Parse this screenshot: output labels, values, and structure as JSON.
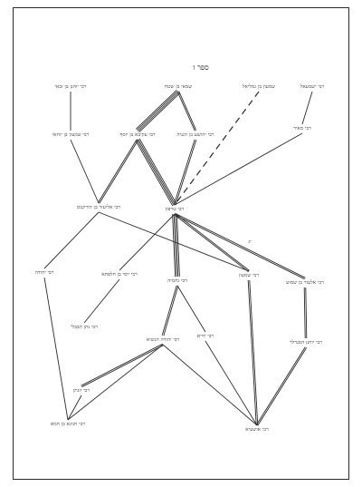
{
  "diagram": {
    "title": "ספר ו",
    "edge_note": "יג",
    "nodes": [
      {
        "id": "n1",
        "label": "רבי יוחנן בן זכאי"
      },
      {
        "id": "n2",
        "label": "שמאי בן שטח"
      },
      {
        "id": "n3",
        "label": "שמעון בן גמליאל"
      },
      {
        "id": "n4",
        "label": "רבי ישמעאל"
      },
      {
        "id": "n5",
        "label": "רבי שמעון בן יוחאי"
      },
      {
        "id": "n6",
        "label": "רבי עקיבא בן יוסף"
      },
      {
        "id": "n7",
        "label": "רבי יהושע בן חנניה"
      },
      {
        "id": "n8",
        "label": "רבי טרפון"
      },
      {
        "id": "n9",
        "label": "רבי מאיר"
      },
      {
        "id": "n10",
        "label": "רבי אליעזר בן הורקנוס"
      },
      {
        "id": "n11",
        "label": "רבי יהודה"
      },
      {
        "id": "n12",
        "label": "רבי יוסי בן חלפתא"
      },
      {
        "id": "n13",
        "label": "רבי נחמיה"
      },
      {
        "id": "n14",
        "label": "רבי שמעון"
      },
      {
        "id": "n15",
        "label": "רבי אלעזר בן שמוע"
      },
      {
        "id": "n16",
        "label": "רבי נתן הבבלי"
      },
      {
        "id": "n17",
        "label": "רבי יהודה הנשיא"
      },
      {
        "id": "n18",
        "label": "רבי חייא"
      },
      {
        "id": "n19",
        "label": "רבי יוחנן הסנדלר"
      },
      {
        "id": "n20",
        "label": "רבי יונתן"
      },
      {
        "id": "n21",
        "label": "רבי אושעיא"
      },
      {
        "id": "n22",
        "label": "רבי חנינא בן חמא"
      }
    ],
    "edges": [
      {
        "from": "n1",
        "to": "n5",
        "lines": 1,
        "style": "solid"
      },
      {
        "from": "n2",
        "to": "n6",
        "lines": 4,
        "style": "solid"
      },
      {
        "from": "n2",
        "to": "n7",
        "lines": 2,
        "style": "solid"
      },
      {
        "from": "n3",
        "to": "n8",
        "lines": 1,
        "style": "dashed"
      },
      {
        "from": "n4",
        "to": "n9",
        "lines": 1,
        "style": "solid"
      },
      {
        "from": "n5",
        "to": "n10",
        "lines": 1,
        "style": "solid"
      },
      {
        "from": "n6",
        "to": "n10",
        "lines": 2,
        "style": "solid"
      },
      {
        "from": "n6",
        "to": "n8",
        "lines": 4,
        "style": "solid"
      },
      {
        "from": "n7",
        "to": "n8",
        "lines": 2,
        "style": "solid"
      },
      {
        "from": "n9",
        "to": "n8",
        "lines": 1,
        "style": "solid"
      },
      {
        "from": "n10",
        "to": "n11",
        "lines": 1,
        "style": "solid"
      },
      {
        "from": "n10",
        "to": "n14",
        "lines": 1,
        "style": "solid"
      },
      {
        "from": "n8",
        "to": "n12",
        "lines": 1,
        "style": "solid"
      },
      {
        "from": "n8",
        "to": "n13",
        "lines": 4,
        "style": "solid"
      },
      {
        "from": "n8",
        "to": "n14",
        "lines": 2,
        "style": "solid"
      },
      {
        "from": "n8",
        "to": "n15",
        "lines": 2,
        "style": "solid"
      },
      {
        "from": "n11",
        "to": "n22",
        "lines": 1,
        "style": "solid"
      },
      {
        "from": "n12",
        "to": "n16",
        "lines": 1,
        "style": "solid"
      },
      {
        "from": "n13",
        "to": "n17",
        "lines": 2,
        "style": "solid"
      },
      {
        "from": "n13",
        "to": "n18",
        "lines": 1,
        "style": "solid"
      },
      {
        "from": "n14",
        "to": "n21",
        "lines": 2,
        "style": "solid"
      },
      {
        "from": "n15",
        "to": "n19",
        "lines": 2,
        "style": "solid"
      },
      {
        "from": "n17",
        "to": "n20",
        "lines": 2,
        "style": "solid"
      },
      {
        "from": "n17",
        "to": "n21",
        "lines": 1,
        "style": "solid"
      },
      {
        "from": "n20",
        "to": "n22",
        "lines": 1,
        "style": "solid"
      },
      {
        "from": "n17",
        "to": "n22",
        "lines": 1,
        "style": "solid"
      },
      {
        "from": "n18",
        "to": "n21",
        "lines": 1,
        "style": "solid"
      },
      {
        "from": "n19",
        "to": "n21",
        "lines": 2,
        "style": "solid"
      }
    ]
  }
}
